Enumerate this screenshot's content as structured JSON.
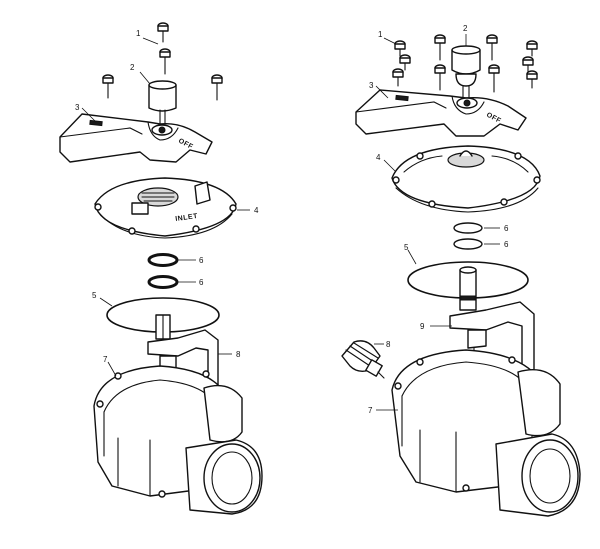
{
  "left_assembly": {
    "callouts": [
      {
        "id": "1",
        "text": "1"
      },
      {
        "id": "2",
        "text": "2"
      },
      {
        "id": "3",
        "text": "3"
      },
      {
        "id": "4",
        "text": "4"
      },
      {
        "id": "6a",
        "text": "6"
      },
      {
        "id": "6b",
        "text": "6"
      },
      {
        "id": "5",
        "text": "5"
      },
      {
        "id": "7",
        "text": "7"
      },
      {
        "id": "8",
        "text": "8"
      }
    ],
    "handle_text": "OFF",
    "cover_text": "INLET"
  },
  "right_assembly": {
    "callouts": [
      {
        "id": "1",
        "text": "1"
      },
      {
        "id": "2",
        "text": "2"
      },
      {
        "id": "3",
        "text": "3"
      },
      {
        "id": "4",
        "text": "4"
      },
      {
        "id": "6a",
        "text": "6"
      },
      {
        "id": "6b",
        "text": "6"
      },
      {
        "id": "5",
        "text": "5"
      },
      {
        "id": "9",
        "text": "9"
      },
      {
        "id": "8",
        "text": "8"
      },
      {
        "id": "7",
        "text": "7"
      }
    ],
    "handle_text": "OFF"
  }
}
